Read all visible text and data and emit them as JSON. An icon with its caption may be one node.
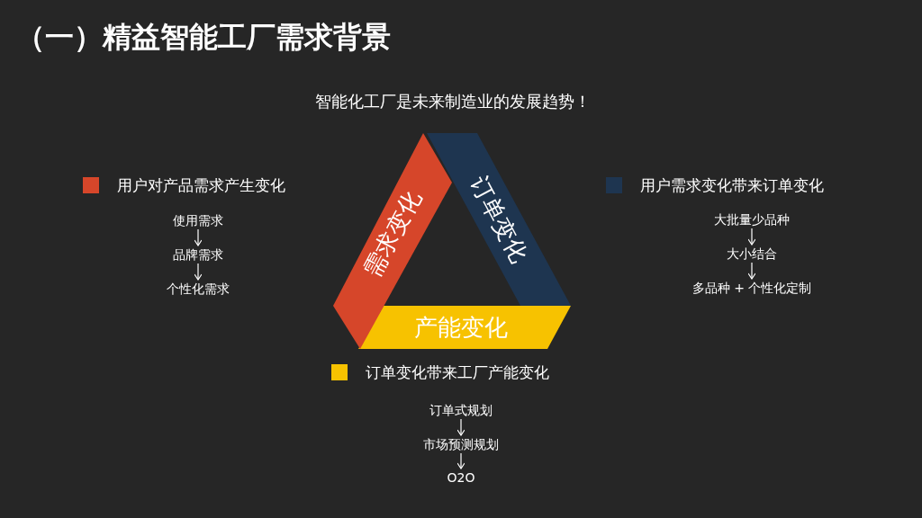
{
  "diagram": {
    "title": "（一）精益智能工厂需求背景",
    "nodes": [
      {
        "text": [
          "需求变化"
        ]
      },
      {
        "text": [
          "订单变化"
        ]
      },
      {
        "text": [
          "产能变化"
        ]
      },
      {
        "text": [
          "使用需求"
        ]
      },
      {
        "text": [
          "品牌需求"
        ]
      },
      {
        "text": [
          "个性化需求"
        ]
      },
      {
        "text": [
          "大批量少品种"
        ]
      },
      {
        "text": [
          "大小结合"
        ]
      },
      {
        "text": [
          "多品种 + 个性化定制"
        ]
      },
      {
        "text": [
          "订单式规划"
        ]
      },
      {
        "text": [
          "市场预测规划"
        ]
      },
      {
        "text": [
          "O2O"
        ]
      }
    ],
    "edges": [
      {
        "from": 3,
        "to": 4,
        "arrow": "to"
      },
      {
        "from": 4,
        "to": 5,
        "arrow": "to"
      },
      {
        "from": 6,
        "to": 7,
        "arrow": "to"
      },
      {
        "from": 7,
        "to": 8,
        "arrow": "to"
      },
      {
        "from": 9,
        "to": 10,
        "arrow": "to"
      },
      {
        "from": 10,
        "to": 11,
        "arrow": "to"
      }
    ],
    "labels": [
      "智能化工厂是未来制造业的发展趋势！"
    ],
    "legend": [
      {
        "text": "用户对产品需求产生变化",
        "color": "#d6462a"
      },
      {
        "text": "用户需求变化带来订单变化",
        "color": "#1e3550"
      },
      {
        "text": "订单变化带来工厂产能变化",
        "color": "#f7c200"
      }
    ]
  }
}
